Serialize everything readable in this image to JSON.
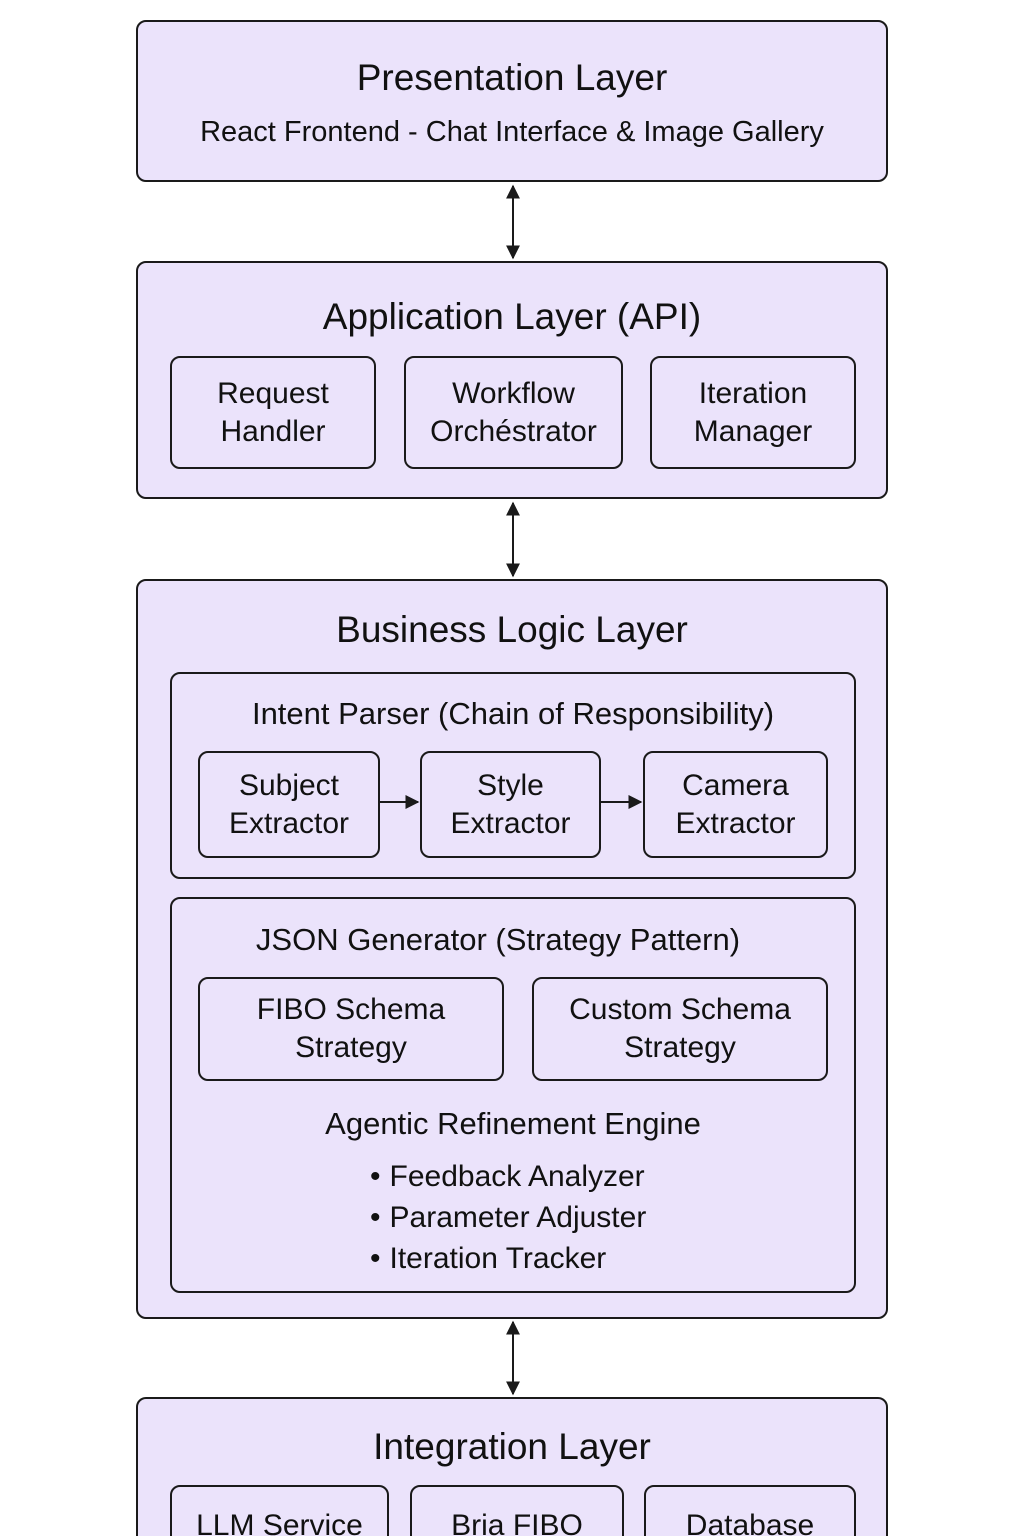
{
  "presentation": {
    "title": "Presentation Layer",
    "subtitle": "React Frontend - Chat Interface & Image Gallery"
  },
  "application": {
    "title": "Application Layer (API)",
    "components": [
      {
        "line1": "Request",
        "line2": "Handler"
      },
      {
        "line1": "Workflow",
        "line2": "Orchéstrator"
      },
      {
        "line1": "Iteration",
        "line2": "Manager"
      }
    ]
  },
  "business": {
    "title": "Business Logic Layer",
    "intent_parser": {
      "title": "Intent Parser (Chain of Responsibility)",
      "steps": [
        {
          "line1": "Subject",
          "line2": "Extractor"
        },
        {
          "line1": "Style",
          "line2": "Extractor"
        },
        {
          "line1": "Camera",
          "line2": "Extractor"
        }
      ]
    },
    "json_generator": {
      "title": "JSON Generator (Strategy Pattern)",
      "strategies": [
        {
          "line1": "FIBO Schema",
          "line2": "Strategy"
        },
        {
          "line1": "Custom Schema",
          "line2": "Strategy"
        }
      ],
      "refinement_title": "Agentic Refinement Engine",
      "refinement_items": [
        "Feedback Analyzer",
        "Parameter Adjuster",
        "Iteration Tracker"
      ]
    }
  },
  "integration": {
    "title": "Integration Layer",
    "components": [
      "LLM Service",
      "Bria FIBO",
      "Database"
    ]
  },
  "colors": {
    "box_fill": "#ebe3fb",
    "stroke": "#1a1a1a"
  }
}
